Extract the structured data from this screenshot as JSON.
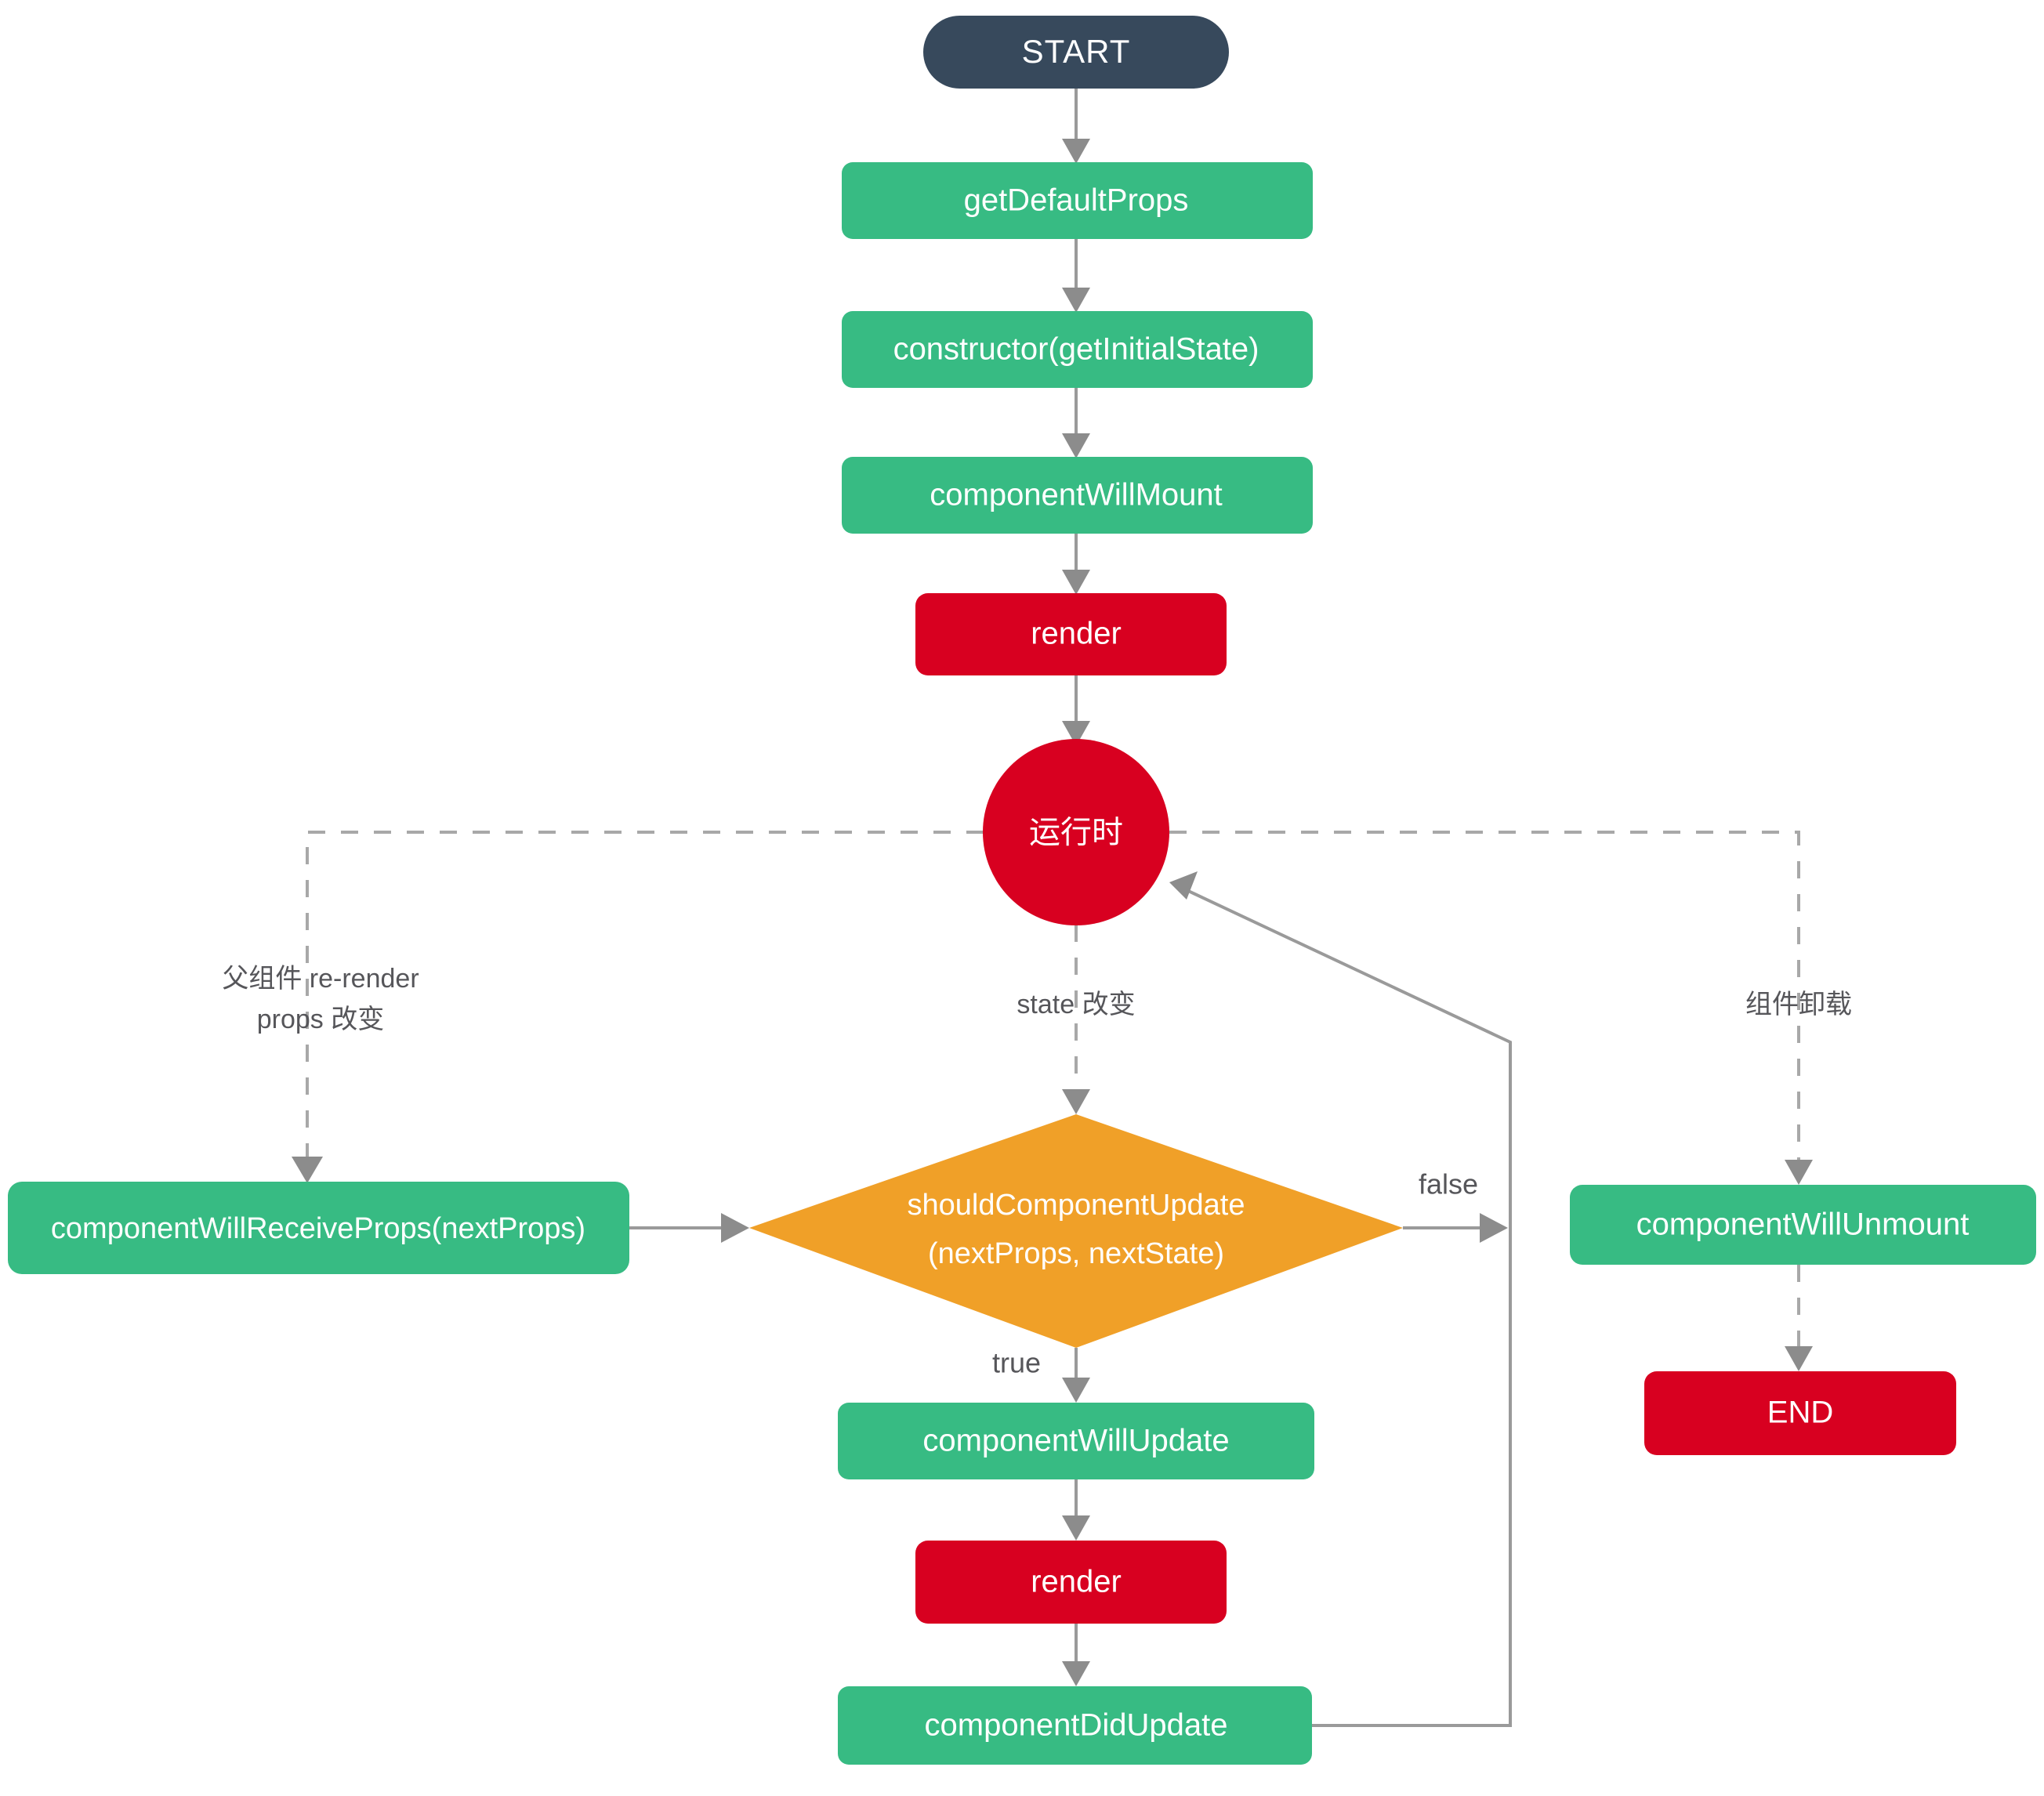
{
  "diagram": {
    "title": "React Component Lifecycle",
    "background_color": "#ffffff",
    "colors": {
      "start_fill": "#37495c",
      "green_fill": "#37bb83",
      "red_fill": "#d80020",
      "orange_fill": "#f0a028",
      "line": "#9a9a9a",
      "label_text": "#56565a",
      "node_text": "#ffffff"
    }
  },
  "nodes": {
    "start": {
      "label": "START",
      "shape": "stadium",
      "color": "#37495c"
    },
    "get_default_props": {
      "label": "getDefaultProps",
      "shape": "rounded-rect",
      "color": "#37bb83"
    },
    "constructor": {
      "label": "constructor(getInitialState)",
      "shape": "rounded-rect",
      "color": "#37bb83"
    },
    "component_will_mount": {
      "label": "componentWillMount",
      "shape": "rounded-rect",
      "color": "#37bb83"
    },
    "render_mount": {
      "label": "render",
      "shape": "rounded-rect",
      "color": "#d80020"
    },
    "runtime": {
      "label": "运行时",
      "shape": "circle",
      "color": "#d80020"
    },
    "component_will_receive_props": {
      "label": "componentWillReceiveProps(nextProps)",
      "shape": "rounded-rect",
      "color": "#37bb83"
    },
    "should_component_update": {
      "label_line1": "shouldComponentUpdate",
      "label_line2": "(nextProps, nextState)",
      "shape": "diamond",
      "color": "#f0a028"
    },
    "component_will_update": {
      "label": "componentWillUpdate",
      "shape": "rounded-rect",
      "color": "#37bb83"
    },
    "render_update": {
      "label": "render",
      "shape": "rounded-rect",
      "color": "#d80020"
    },
    "component_did_update": {
      "label": "componentDidUpdate",
      "shape": "rounded-rect",
      "color": "#37bb83"
    },
    "component_will_unmount": {
      "label": "componentWillUnmount",
      "shape": "rounded-rect",
      "color": "#37bb83"
    },
    "end": {
      "label": "END",
      "shape": "rounded-rect",
      "color": "#d80020"
    }
  },
  "edge_labels": {
    "parent_rerender_line1": "父组件 re-render",
    "parent_rerender_line2": "props 改变",
    "state_change": "state 改变",
    "component_unmount": "组件卸载",
    "decision_false": "false",
    "decision_true": "true"
  }
}
